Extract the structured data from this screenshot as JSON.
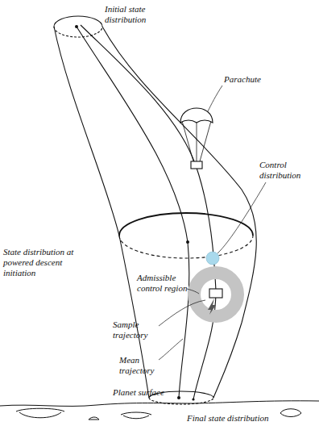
{
  "diagram": {
    "labels": [
      "Initial state distribution",
      "Parachute",
      "Control distribution",
      "State distribution at powered descent initiation",
      "Admissible control region",
      "Sample trajectory",
      "Mean trajectory",
      "Planet surface",
      "Final state distribution"
    ]
  }
}
